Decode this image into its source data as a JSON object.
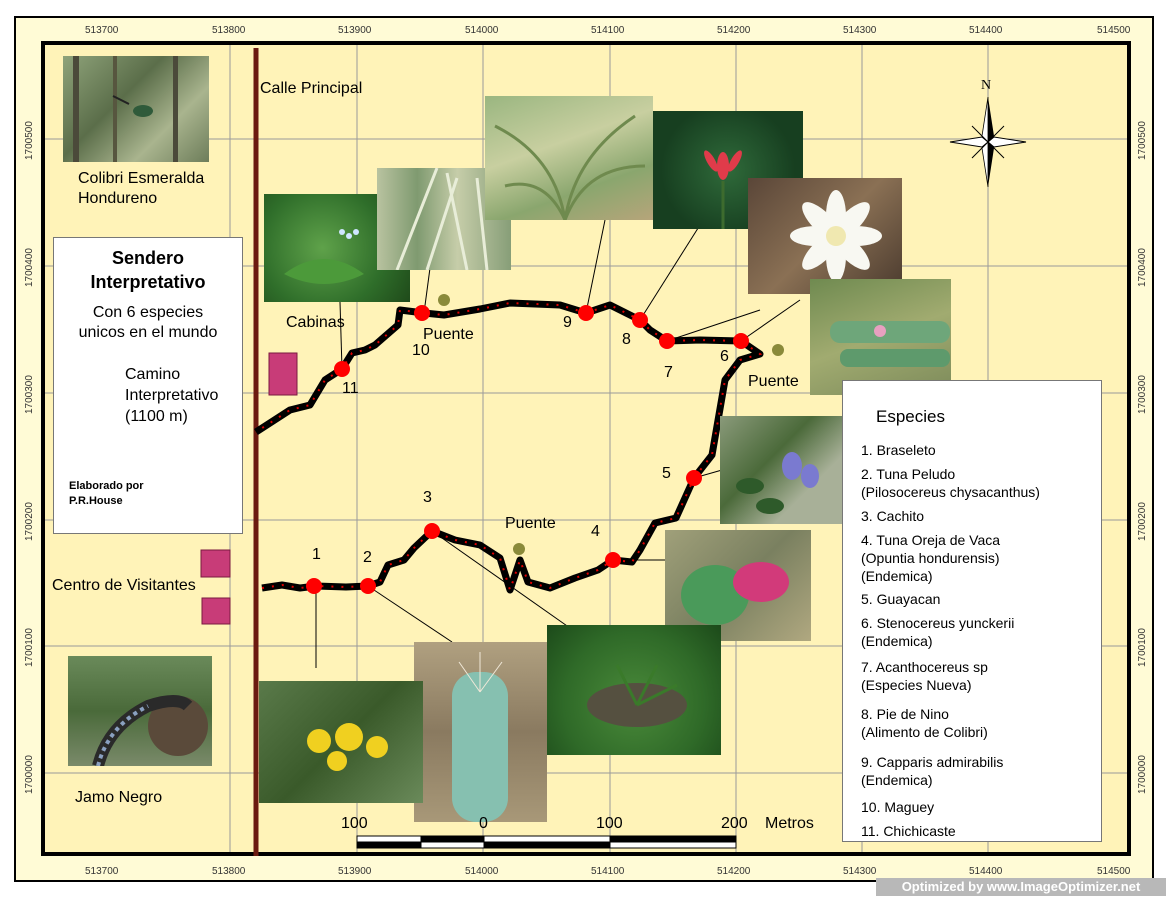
{
  "grid": {
    "eastings": [
      "513700",
      "513800",
      "513900",
      "514000",
      "514100",
      "514200",
      "514300",
      "514400",
      "514500"
    ],
    "northings": [
      "1700500",
      "1700400",
      "1700300",
      "1700200",
      "1700100",
      "1700000"
    ]
  },
  "north_label": "N",
  "labels": {
    "calle": "Calle Principal",
    "colibri_line1": "Colibri Esmeralda",
    "colibri_line2": "Hondureno",
    "cabinas": "Cabinas",
    "puente_top": "Puente",
    "puente_right": "Puente",
    "puente_mid": "Puente",
    "centro": "Centro de Visitantes",
    "jamo": "Jamo Negro"
  },
  "stop_numbers": [
    "1",
    "2",
    "3",
    "4",
    "5",
    "6",
    "7",
    "8",
    "9",
    "10",
    "11"
  ],
  "legend": {
    "title_line1": "Sendero",
    "title_line2": "Interpretativo",
    "subtitle_line1": "Con 6 especies",
    "subtitle_line2": "unicos en el mundo",
    "camino_line1": "Camino",
    "camino_line2": "Interpretativo",
    "camino_line3": "(1100 m)",
    "credit_line1": "Elaborado por",
    "credit_line2": "P.R.House"
  },
  "species": {
    "title": "Especies",
    "items": [
      [
        "1. Braseleto"
      ],
      [
        "2. Tuna Peludo",
        "(Pilosocereus chysacanthus)"
      ],
      [
        "3. Cachito"
      ],
      [
        "4. Tuna Oreja de Vaca",
        "(Opuntia hondurensis)",
        "(Endemica)"
      ],
      [
        "5. Guayacan"
      ],
      [
        "6. Stenocereus yunckerii",
        "(Endemica)"
      ],
      [
        "7. Acanthocereus  sp",
        "(Especies Nueva)"
      ],
      [
        "8. Pie de Nino",
        "(Alimento de Colibri)"
      ],
      [
        "9.  Capparis admirabilis",
        "(Endemica)"
      ],
      [
        "10. Maguey"
      ],
      [
        "11. Chichicaste"
      ]
    ]
  },
  "scale": {
    "labels": [
      "100",
      "0",
      "100",
      "200"
    ],
    "unit": "Metros"
  },
  "footer": "Optimized by www.ImageOptimizer.net",
  "colors": {
    "map_bg": "#fff3b8",
    "road": "#6b1a10",
    "trail": "#000000",
    "trail_dots": "#e00000",
    "stop": "#ff0000",
    "bridge": "#8a8a3a",
    "building": "#c83c78"
  }
}
